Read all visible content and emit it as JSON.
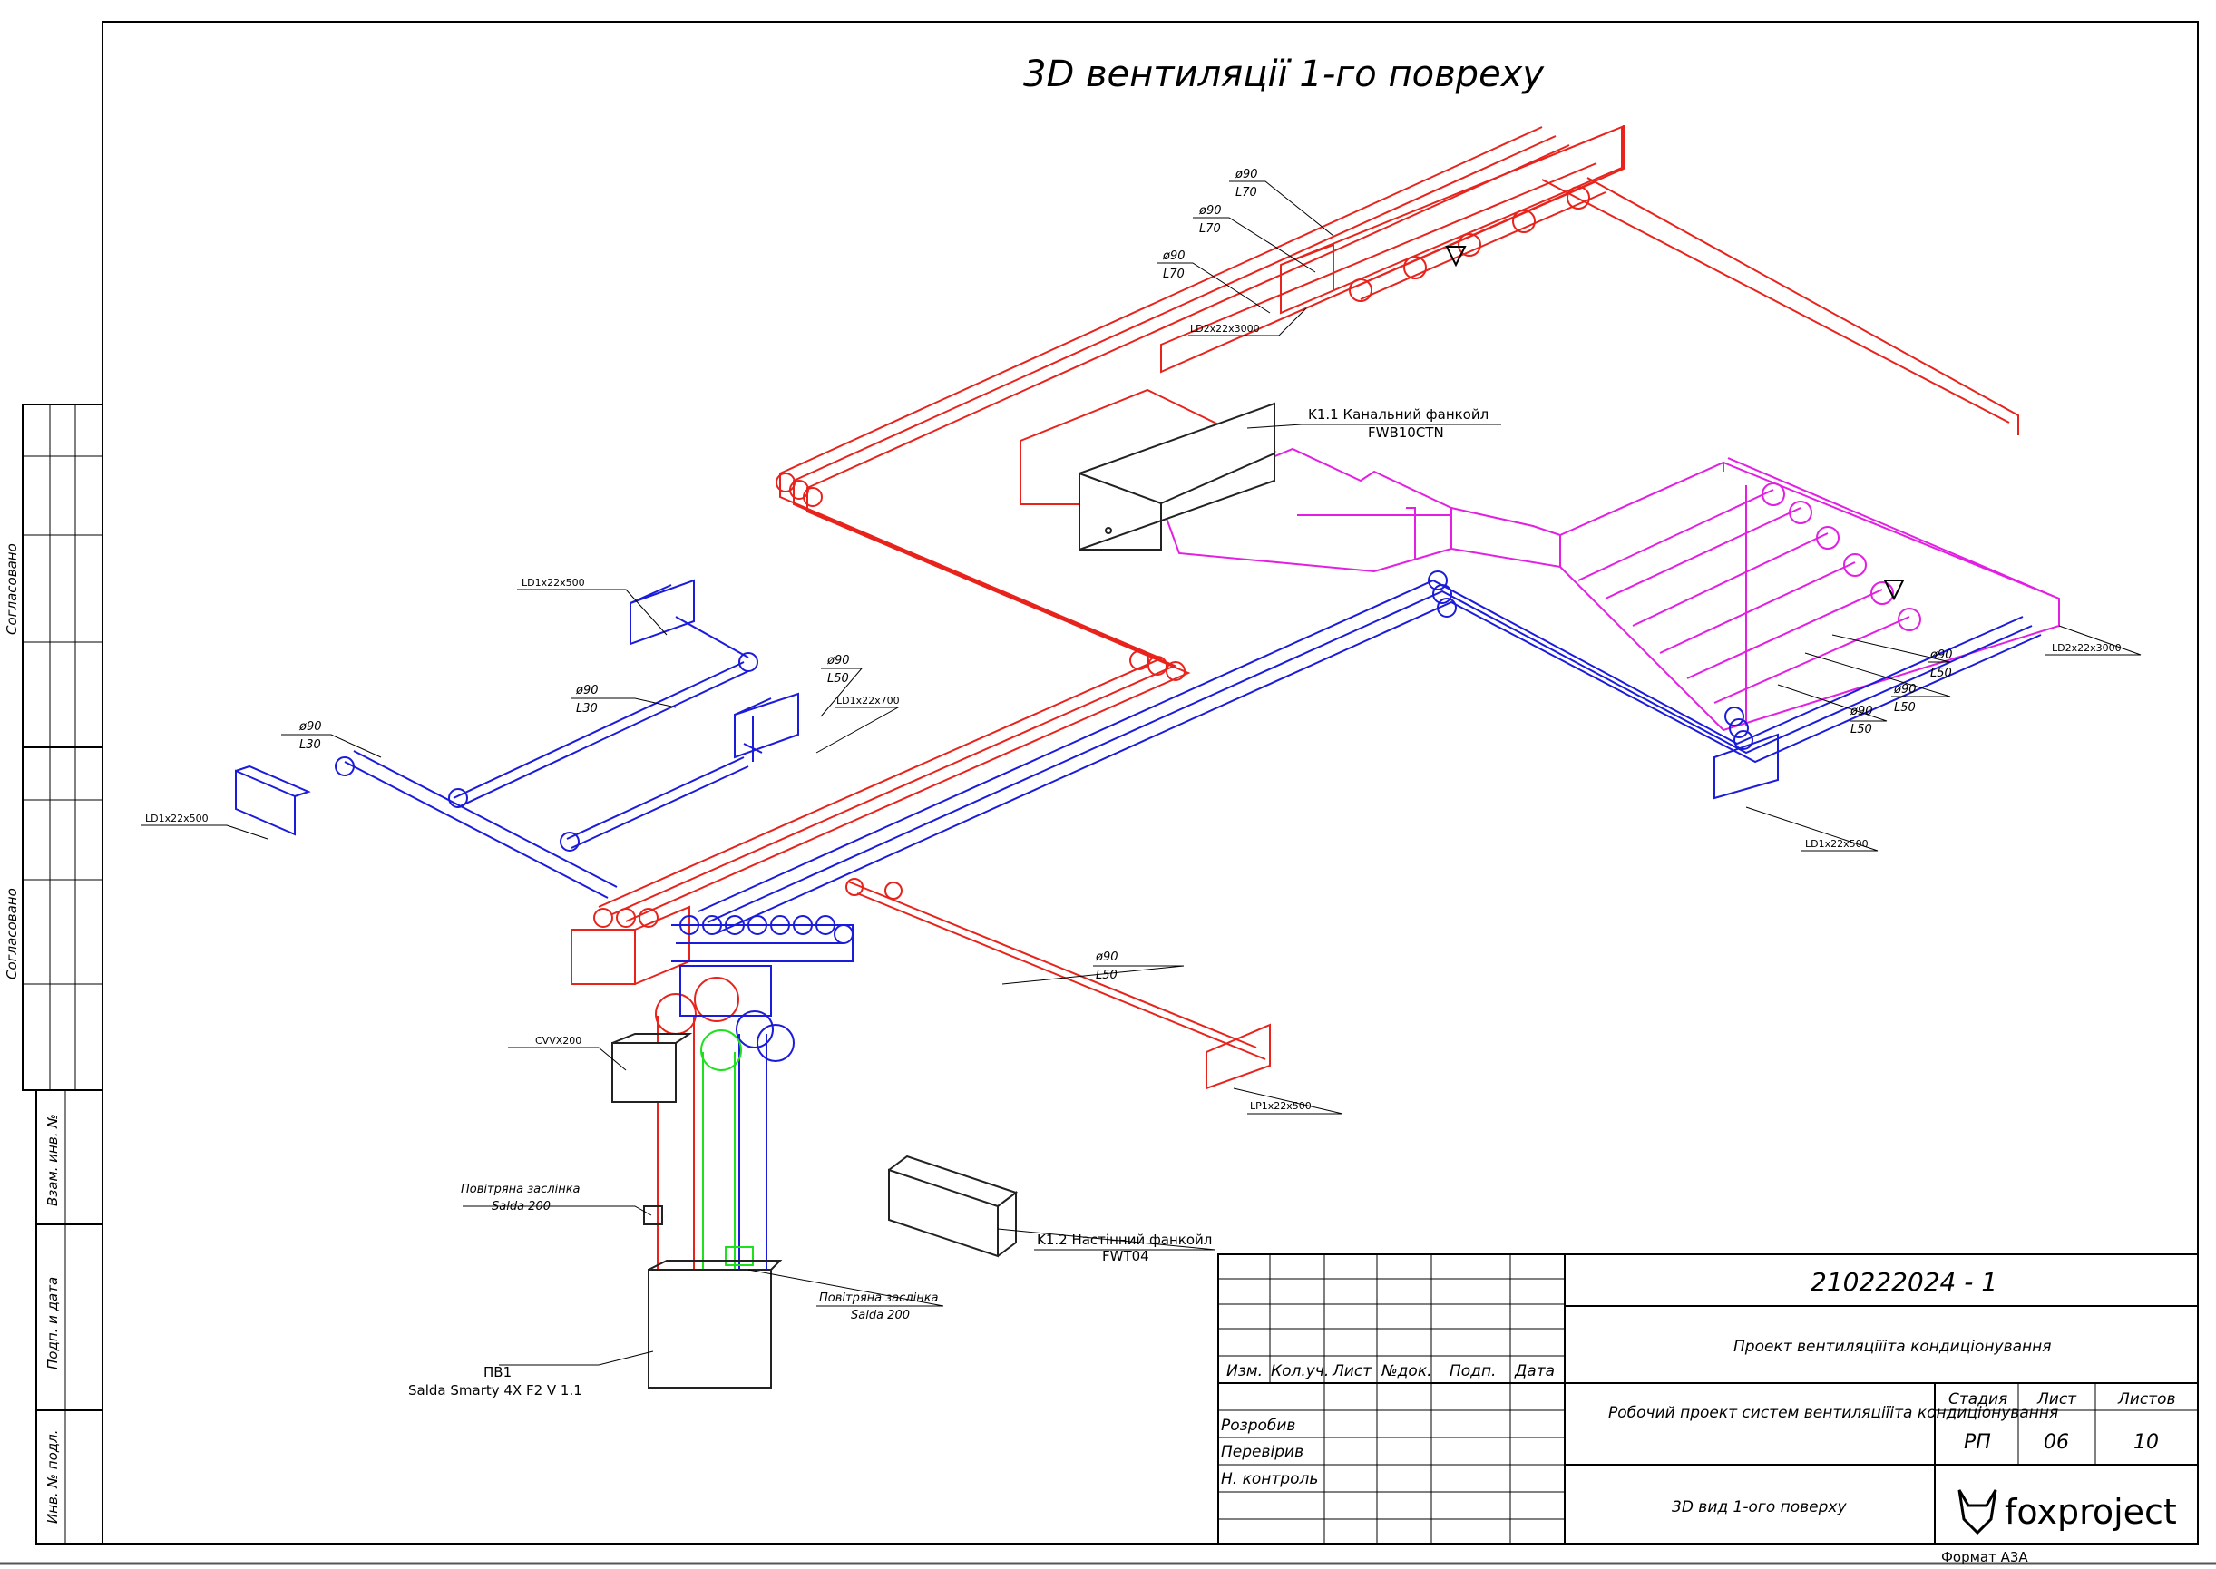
{
  "title": "3D вентиляції 1-го поврeху",
  "colors": {
    "supply": "#e8231c",
    "exhaust": "#1b1bdc",
    "fancoil_duct": "#e21fe2",
    "intake": "#1ee11e",
    "frame": "#000000"
  },
  "duct_labels": {
    "top1": {
      "d": "ø90",
      "l": "L70"
    },
    "top2": {
      "d": "ø90",
      "l": "L70"
    },
    "top3": {
      "d": "ø90",
      "l": "L70"
    },
    "left_a": {
      "d": "ø90",
      "l": "L30"
    },
    "left_b": {
      "d": "ø90",
      "l": "L30"
    },
    "mid": {
      "d": "ø90",
      "l": "L50"
    },
    "right_a": {
      "d": "ø90",
      "l": "L50"
    },
    "right_b": {
      "d": "ø90",
      "l": "L50"
    },
    "bottom": {
      "d": "ø90",
      "l": "L50"
    }
  },
  "diffusers": {
    "ld2_top": "LD2x22x3000",
    "ld1_500_a": "LD1x22x500",
    "ld1_700": "LD1x22x700",
    "ld1_500_b": "LD1x22x500",
    "ld2_right": "LD2x22x3000",
    "ld1_500_right": "LD1x22x500",
    "lp1_500": "LP1x22x500"
  },
  "equipment": {
    "k11_title": "K1.1  Канальний  фанкойл",
    "k11_model": "FWB10CTN",
    "k12_title": "K1.2  Настінний  фанкойл",
    "k12_model": "FWT04",
    "cvvx": "CVVX200",
    "damper1_title": "Повітряна заслінка",
    "damper1_model": "Salda 200",
    "damper2_title": "Повітряна заслінка",
    "damper2_model": "Salda 200",
    "pv1_title": "ПВ1",
    "pv1_model": "Salda Smarty 4X F2 V 1.1"
  },
  "side_stamp": {
    "agreed1": "Согласовано",
    "agreed2": "Согласовано",
    "inv_replace": "Взам. инв. №",
    "sign_date": "Подп. и дата",
    "inv_orig": "Инв. № подл."
  },
  "title_block": {
    "doc_number": "210222024 - 1",
    "project_name": "Проект вентиляціїіта кондиціонування",
    "work_name": "Робочий проект систем вентиляціїіта кондиціонування",
    "sheet_name": "3D вид 1-ого поверху",
    "col_headers": [
      "Изм.",
      "Кол.уч.",
      "Лист",
      "№док.",
      "Подп.",
      "Дата"
    ],
    "roles": [
      "Розробив",
      "Перевірив",
      "Н. контроль"
    ],
    "stage_label": "Стадия",
    "sheet_label": "Лист",
    "sheets_label": "Листов",
    "stage": "РП",
    "sheet": "06",
    "sheets": "10",
    "company": "foxproject",
    "format": "Формат А3А"
  }
}
